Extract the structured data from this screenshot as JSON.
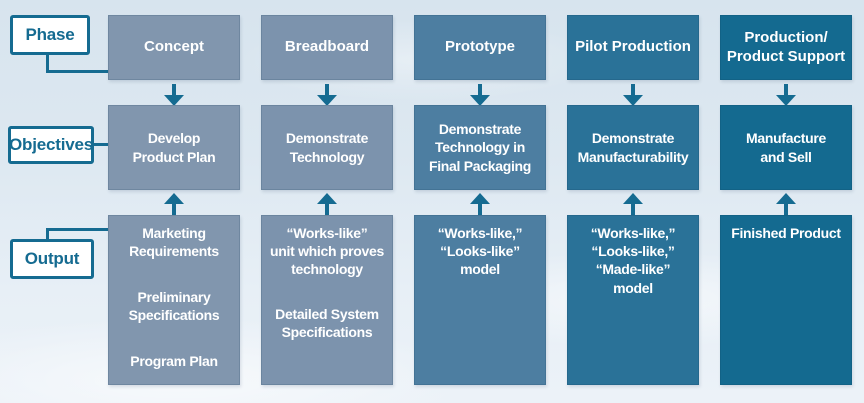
{
  "row_labels": {
    "phase": "Phase",
    "objectives": "Objectives",
    "output": "Output"
  },
  "columns": [
    {
      "phase": "Concept",
      "objective": "Develop\nProduct Plan",
      "outputs": [
        "Marketing\nRequirements",
        "Preliminary\nSpecifications",
        "Program Plan"
      ]
    },
    {
      "phase": "Breadboard",
      "objective": "Demonstrate\nTechnology",
      "outputs": [
        "“Works-like”\nunit which proves\ntechnology",
        "Detailed System\nSpecifications"
      ]
    },
    {
      "phase": "Prototype",
      "objective": "Demonstrate\nTechnology in\nFinal Packaging",
      "outputs": [
        "“Works-like,”\n“Looks-like”\nmodel"
      ]
    },
    {
      "phase": "Pilot Production",
      "objective": "Demonstrate\nManufacturability",
      "outputs": [
        "“Works-like,”\n“Looks-like,”\n“Made-like”\nmodel"
      ]
    },
    {
      "phase": "Production/\nProduct Support",
      "objective": "Manufacture\nand Sell",
      "outputs": [
        "Finished Product"
      ]
    }
  ],
  "icons": {
    "phase_to_objective": "arrow-down-icon",
    "output_to_objective": "arrow-up-icon"
  },
  "palette": {
    "accent": "#156b91",
    "label_box_background": "#ffffff",
    "column_colors": [
      "#8196ae",
      "#7c93ad",
      "#4d7ea1",
      "#2a7298",
      "#146a90"
    ],
    "box_text": "#ffffff",
    "background": "#dde8f1"
  }
}
